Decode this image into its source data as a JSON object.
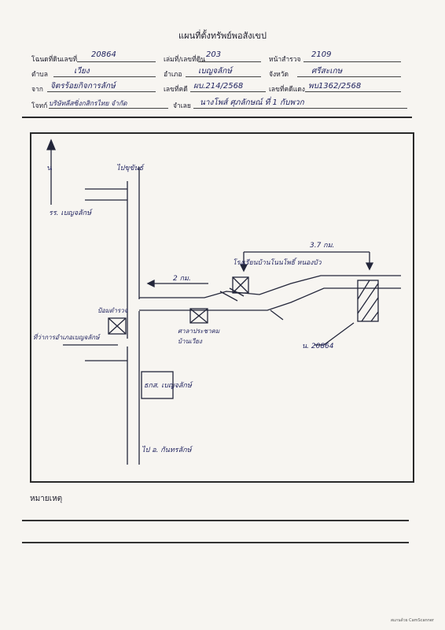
{
  "document": {
    "title": "แผนที่ตั้งทรัพย์พอสังเขป",
    "fields": {
      "land_no_label": "โฉนดที่ดินเลขที่",
      "land_no_value": "20864",
      "book_label": "เล่มที่/เลขที่ดิน",
      "book_value": "203",
      "page_label": "หน้าสำรวจ",
      "page_value": "2109",
      "tambon_label": "ตำบล",
      "tambon_value": "เวียง",
      "amphoe_label": "อำเภอ",
      "amphoe_value": "เบญจลักษ์",
      "province_label": "จังหวัด",
      "province_value": "ศรีสะเกษ",
      "by_label": "จาก",
      "by_value": "จิตรร้อยกิจการลักษ์",
      "receipt_label": "เลขที่คดี",
      "receipt_value": "ผบ.214/2568",
      "case_label": "เลขที่คดีแดง",
      "case_value": "พบ1362/2568",
      "plaintiff_label": "โจทก์",
      "plaintiff_value": "บริษัทลีสซิ่งกสิกรไทย จำกัด",
      "defendant_label": "จำเลย",
      "defendant_value": "นางโพส์ ศุภลักษณ์ ที่ 1 กับพวก"
    },
    "remarks_label": "หมายเหตุ",
    "footer": "สแกนด้วย CamScanner"
  },
  "map": {
    "north_symbol": "น",
    "labels": {
      "to_north": "ไปขุขันธ์",
      "school_left": "รร. เบญจลักษ์",
      "distance_2km": "2 กม.",
      "temple_school": "โรงเรียนบ้านโนนโพธิ์ หนองบัว",
      "distance_37km": "3.7 กม.",
      "police_box": "ป้อมตำรวจ",
      "district_office": "ที่ว่าการอำเภอเบญจลักษ์",
      "pavilion": "ศาลาประชาคม บ้านเวียง",
      "plot": "น. 20864",
      "bank": "ธกส. เบญจลักษ์",
      "to_south": "ไป อ. กันทรลักษ์"
    }
  }
}
